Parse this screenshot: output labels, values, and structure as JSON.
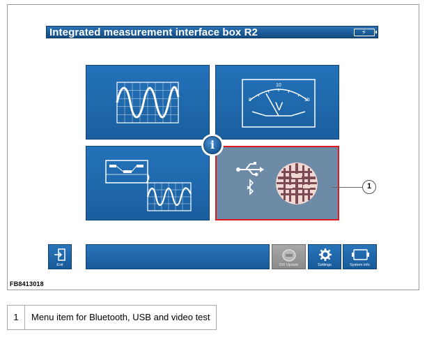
{
  "window": {
    "title": "Integrated measurement interface box R2",
    "battery_icon": "battery-charging-icon"
  },
  "tiles": [
    {
      "name": "oscilloscope",
      "icon": "sine-wave-icon"
    },
    {
      "name": "multimeter",
      "icon": "voltmeter-icon",
      "meter_scale": [
        "0",
        "10",
        "15"
      ],
      "unit": "V"
    },
    {
      "name": "combined",
      "icon": "schematic-wave-icon"
    },
    {
      "name": "bluetooth-usb-video",
      "icon": "usb-bluetooth-testpattern-icon",
      "selected": true
    }
  ],
  "info_button": {
    "label": "i"
  },
  "callout": {
    "number": "1"
  },
  "toolbar": {
    "exit_label": "Exit",
    "sw_update_label": "SW Update",
    "settings_label": "Settings",
    "sysinfo_label": "System info"
  },
  "figure_code": "FB8413018",
  "legend": [
    {
      "number": "1",
      "text": "Menu item for Bluetooth, USB and video test"
    }
  ],
  "colors": {
    "tile_blue": "#1f68ad",
    "selected_tile": "#6d8aa6",
    "selection_border": "#e01822"
  }
}
